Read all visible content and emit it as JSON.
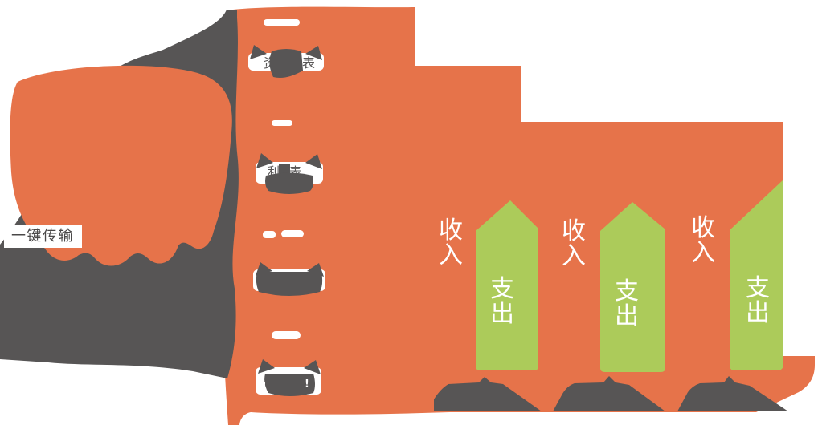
{
  "colors": {
    "background": "#FFFFFF",
    "orange": "#E6734A",
    "green": "#ACCB5A",
    "silhouette_gray": "#575555",
    "label_text_gray": "#595757",
    "white": "#FFFFFF"
  },
  "transfer": {
    "label": "一键传输"
  },
  "reports": [
    {
      "visible_text_left": "资",
      "visible_text_right": "表"
    },
    {
      "visible_text_left": "利",
      "visible_text_right": "表"
    },
    {
      "visible_text_left": "",
      "visible_text_right": ""
    },
    {
      "visible_text_left": "",
      "visible_text_right": "",
      "fragment": "!"
    }
  ],
  "flows": [
    {
      "income": "收入",
      "expense": "支出"
    },
    {
      "income": "收入",
      "expense": "支出"
    },
    {
      "income": "收入",
      "expense": "支出"
    }
  ]
}
